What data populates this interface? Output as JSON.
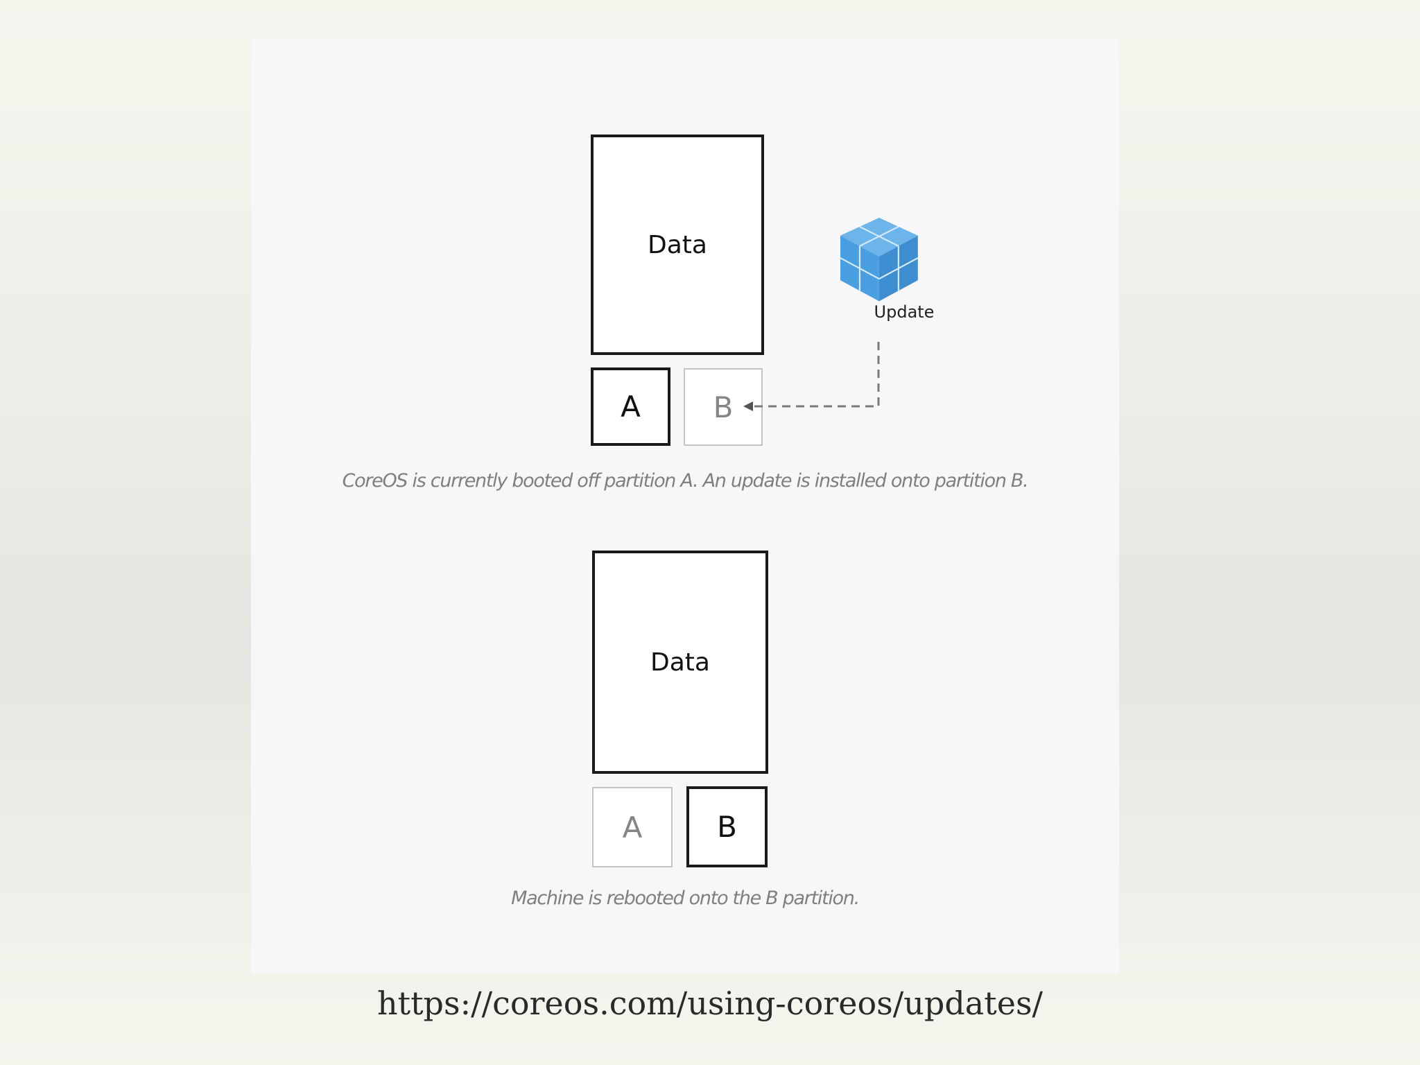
{
  "diagram": {
    "top": {
      "data_label": "Data",
      "partition_a_label": "A",
      "partition_b_label": "B",
      "update_label": "Update",
      "caption": "CoreOS is currently booted off partition A. An update is installed onto partition B."
    },
    "bottom": {
      "data_label": "Data",
      "partition_a_label": "A",
      "partition_b_label": "B",
      "caption": "Machine is rebooted onto the B partition."
    },
    "colors": {
      "cube": "#4a9fe0",
      "active_border": "#1a1a1a",
      "inactive_border": "#c4c4c4"
    }
  },
  "source_url": "https://coreos.com/using-coreos/updates/"
}
